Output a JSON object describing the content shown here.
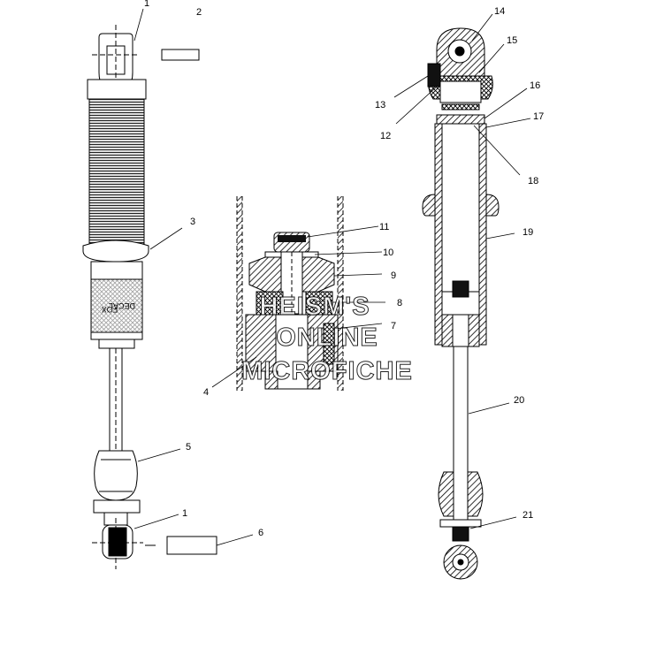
{
  "callouts": [
    "1",
    "2",
    "3",
    "4",
    "5",
    "6",
    "7",
    "8",
    "9",
    "10",
    "11",
    "12",
    "13",
    "14",
    "15",
    "16",
    "17",
    "18",
    "19",
    "20",
    "21"
  ],
  "decal_text": [
    "FOX",
    "DECAL"
  ],
  "watermark": [
    "HEISM'S",
    "ONLINE",
    "MICROFICHE"
  ]
}
